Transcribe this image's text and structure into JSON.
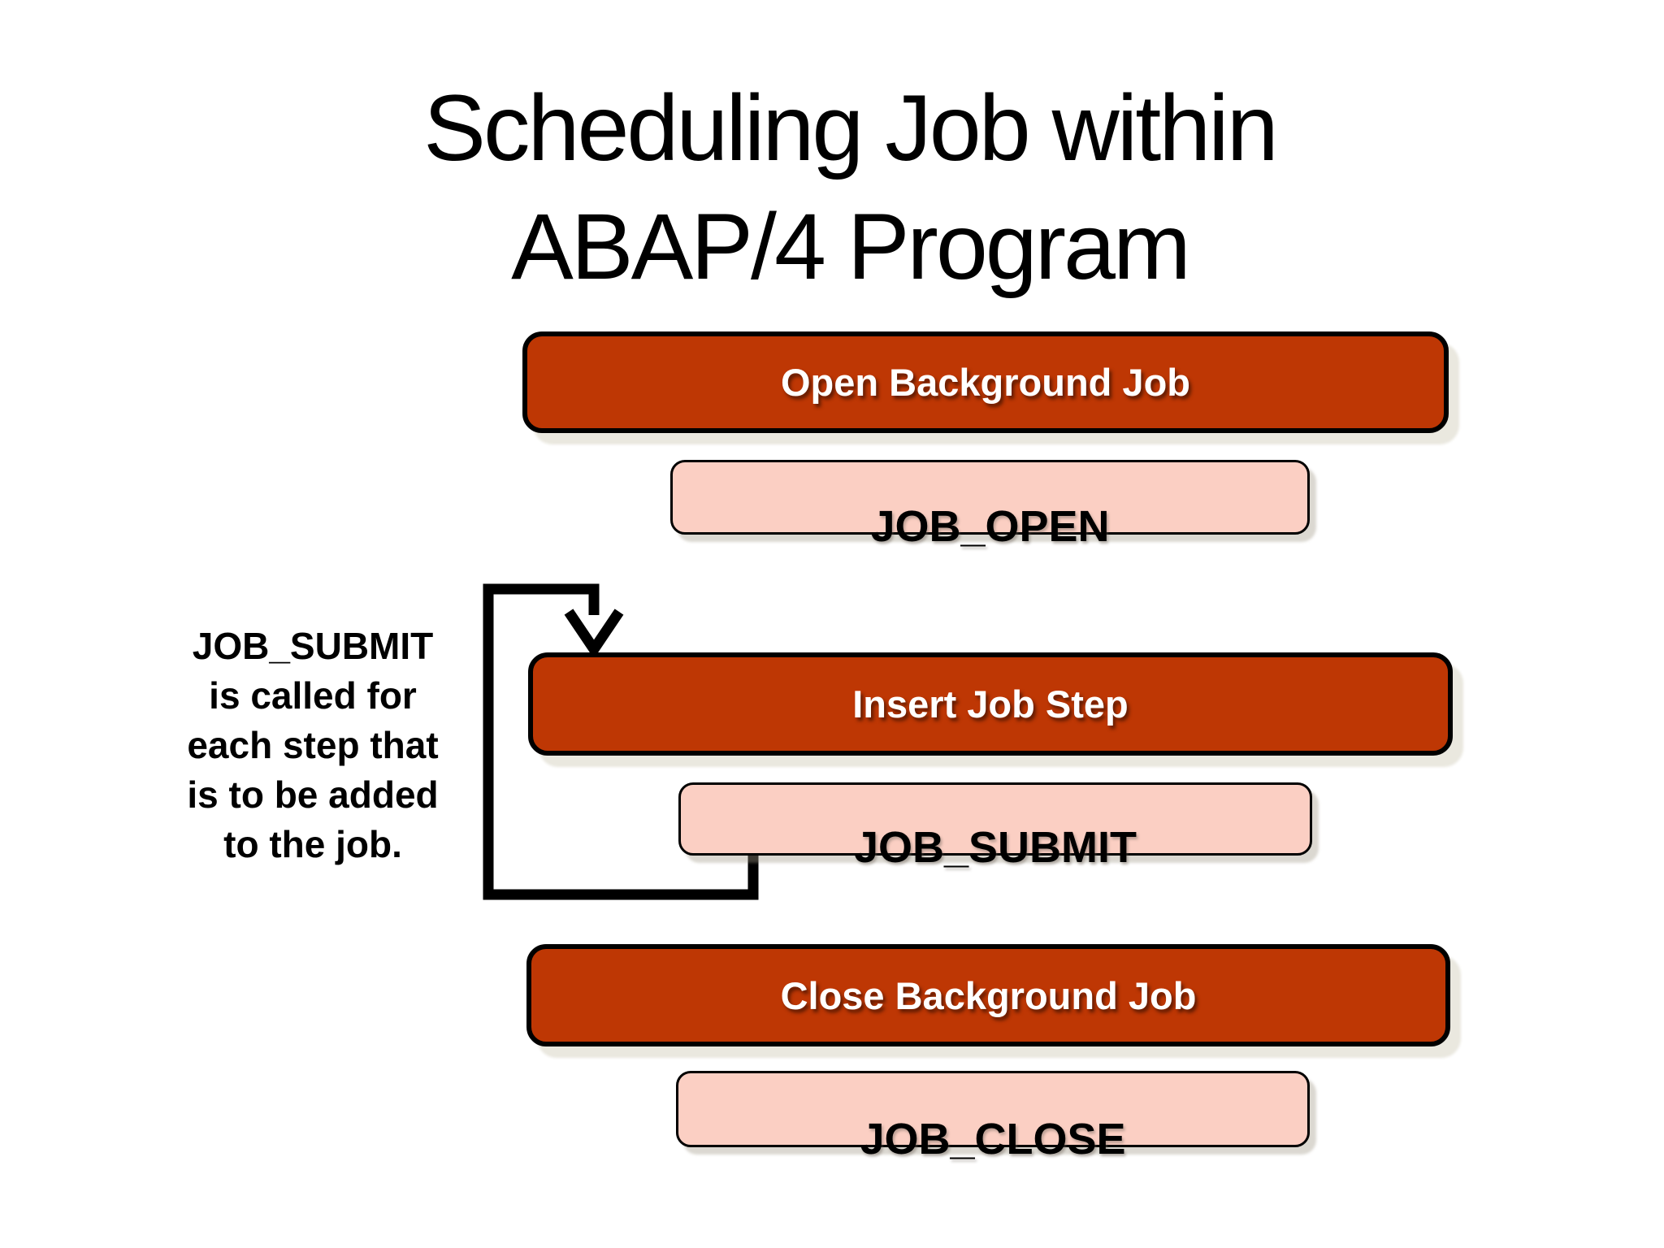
{
  "slide": {
    "title": {
      "line1": "Scheduling Job within",
      "line2": "ABAP/4 Program"
    },
    "note": {
      "text": "JOB_SUBMIT\nis called for\neach step that\nis to be added\nto the job."
    },
    "steps": [
      {
        "label": "Open Background Job",
        "function": "JOB_OPEN"
      },
      {
        "label": "Insert Job Step",
        "function": "JOB_SUBMIT"
      },
      {
        "label": "Close Background Job",
        "function": "JOB_CLOSE"
      }
    ],
    "colors": {
      "step_fill": "#BE3704",
      "function_fill": "#FBCFC3",
      "outline": "#000000",
      "text_on_step": "#FFFFFF",
      "text_on_function": "#000000",
      "background": "#FFFFFF"
    }
  }
}
